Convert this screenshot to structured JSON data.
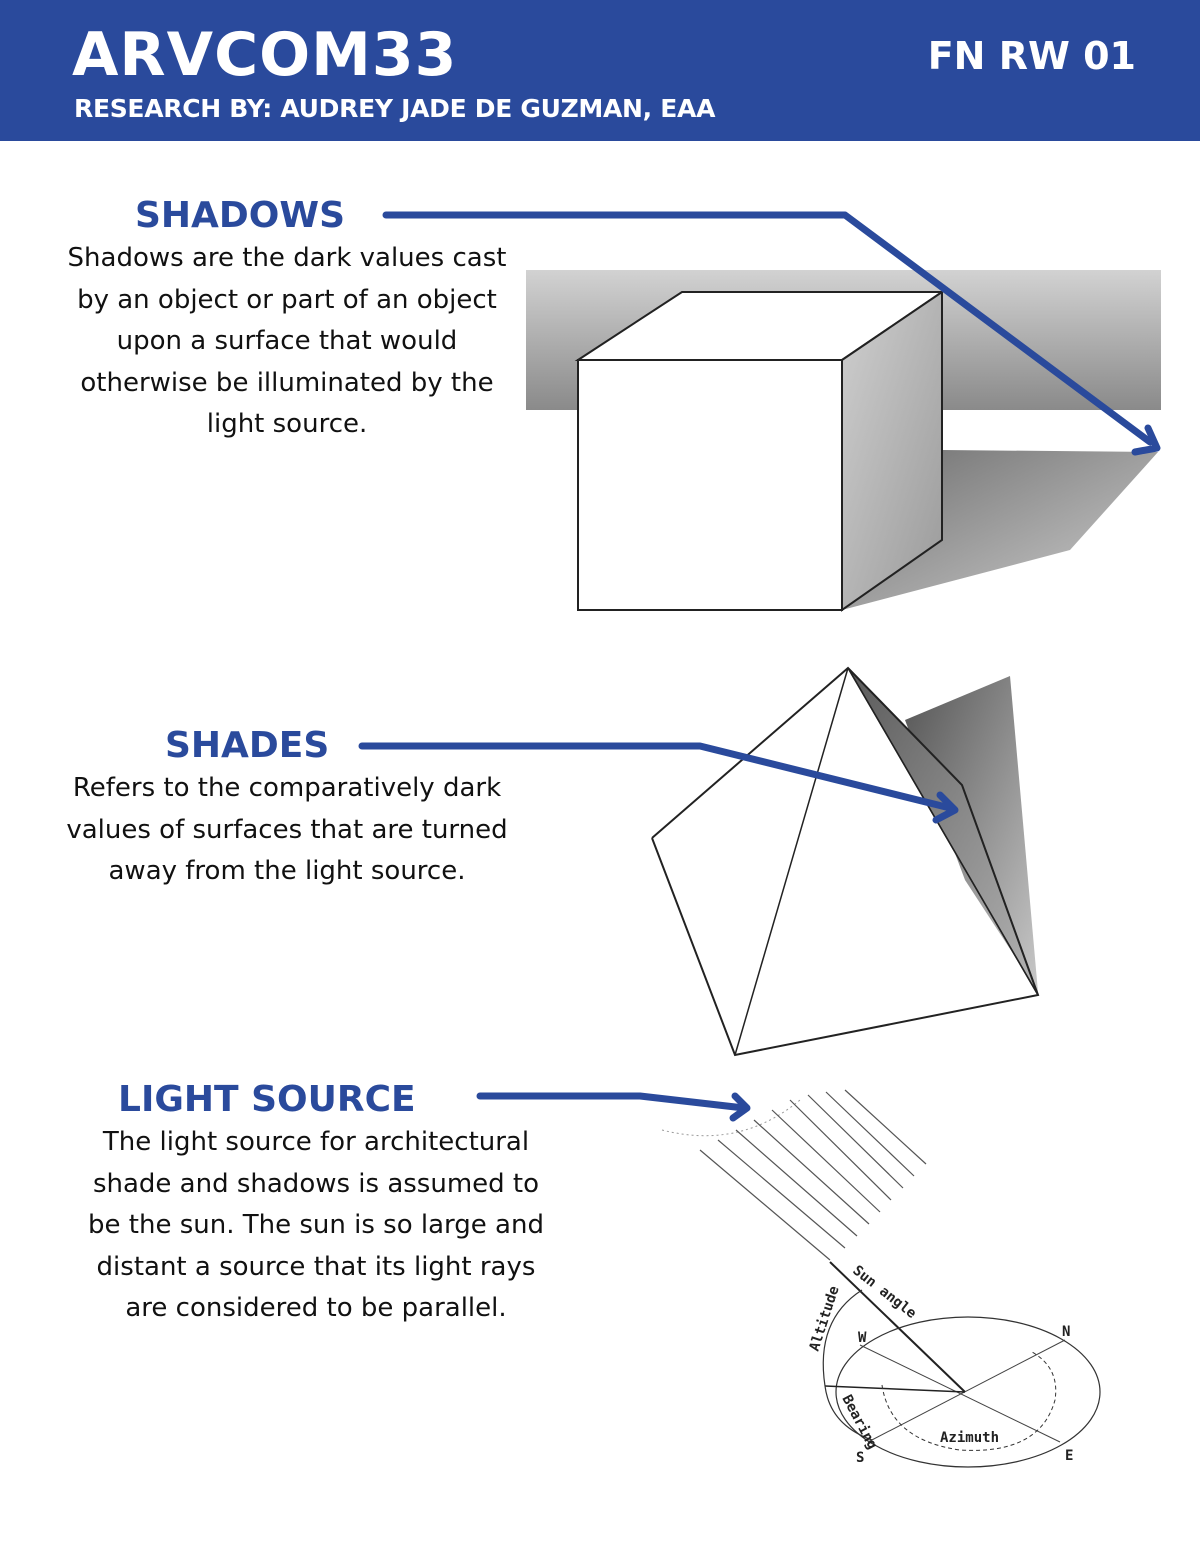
{
  "header": {
    "course": "ARVCOM33",
    "code": "FN RW 01",
    "research": "RESEARCH BY: AUDREY JADE DE GUZMAN, EAA"
  },
  "sections": [
    {
      "title": "SHADOWS",
      "text": "Shadows are the dark values cast by an object or part of an object upon a surface that would otherwise be illuminated by the light source."
    },
    {
      "title": "SHADES",
      "text": "Refers to the comparatively dark values of surfaces that are turned away from the light source."
    },
    {
      "title": "LIGHT SOURCE",
      "text": "The light source for architectural shade and shadows is assumed to be the sun. The sun is so large and distant a source that its light rays are considered to be parallel."
    }
  ],
  "diagram_labels": {
    "sun_angle": "Sun angle",
    "altitude": "Altitude",
    "bearing": "Bearing",
    "azimuth": "Azimuth",
    "n": "N",
    "s": "S",
    "e": "E",
    "w": "W"
  },
  "colors": {
    "header_blue": "#2a4a9c",
    "accent_blue": "#2a4a9c"
  }
}
